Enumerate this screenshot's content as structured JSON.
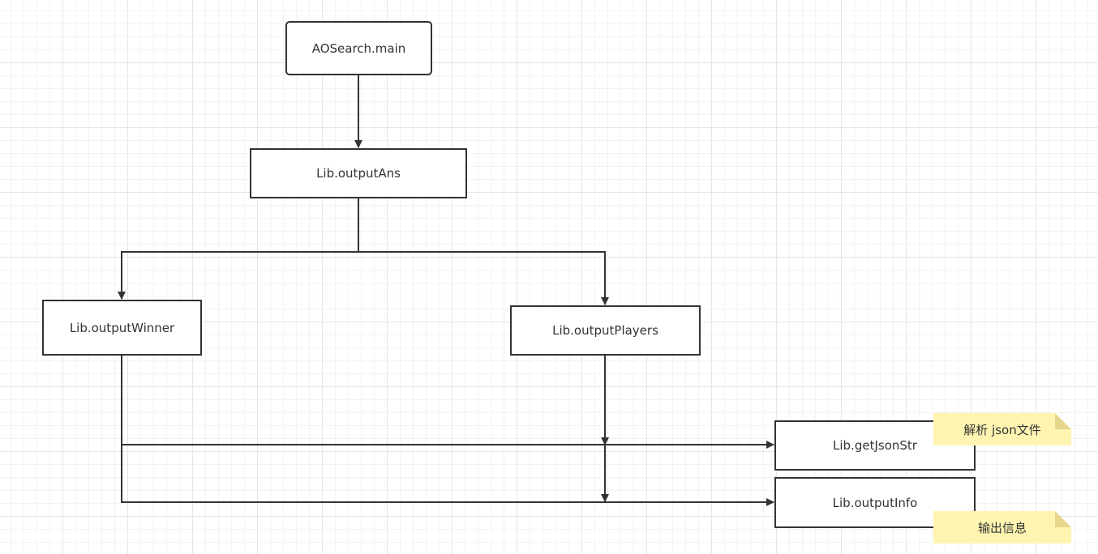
{
  "nodes": {
    "main": "AOSearch.main",
    "output_ans": "Lib.outputAns",
    "output_winner": "Lib.outputWinner",
    "output_players": "Lib.outputPlayers",
    "get_json_str": "Lib.getJsonStr",
    "output_info": "Lib.outputInfo"
  },
  "notes": {
    "parse_json": "解析 json文件",
    "output_info": "输出信息"
  },
  "colors": {
    "stroke": "#333333",
    "note_fill": "#fff5b1",
    "note_fold": "#e6d68c"
  }
}
